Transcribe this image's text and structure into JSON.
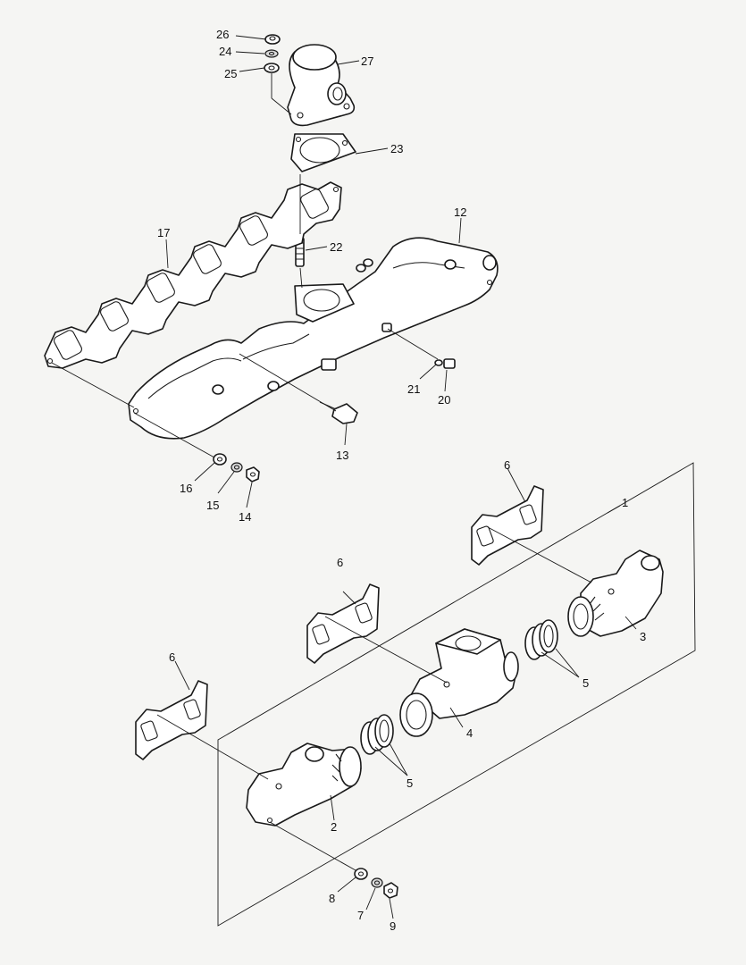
{
  "diagram": {
    "callouts": {
      "c1": "1",
      "c2": "2",
      "c3": "3",
      "c4": "4",
      "c5a": "5",
      "c5b": "5",
      "c6a": "6",
      "c6b": "6",
      "c6c": "6",
      "c7": "7",
      "c8": "8",
      "c9": "9",
      "c12": "12",
      "c13": "13",
      "c14": "14",
      "c15": "15",
      "c16": "16",
      "c17": "17",
      "c20": "20",
      "c21": "21",
      "c22": "22",
      "c23": "23",
      "c24": "24",
      "c25": "25",
      "c26": "26",
      "c27": "27"
    }
  }
}
